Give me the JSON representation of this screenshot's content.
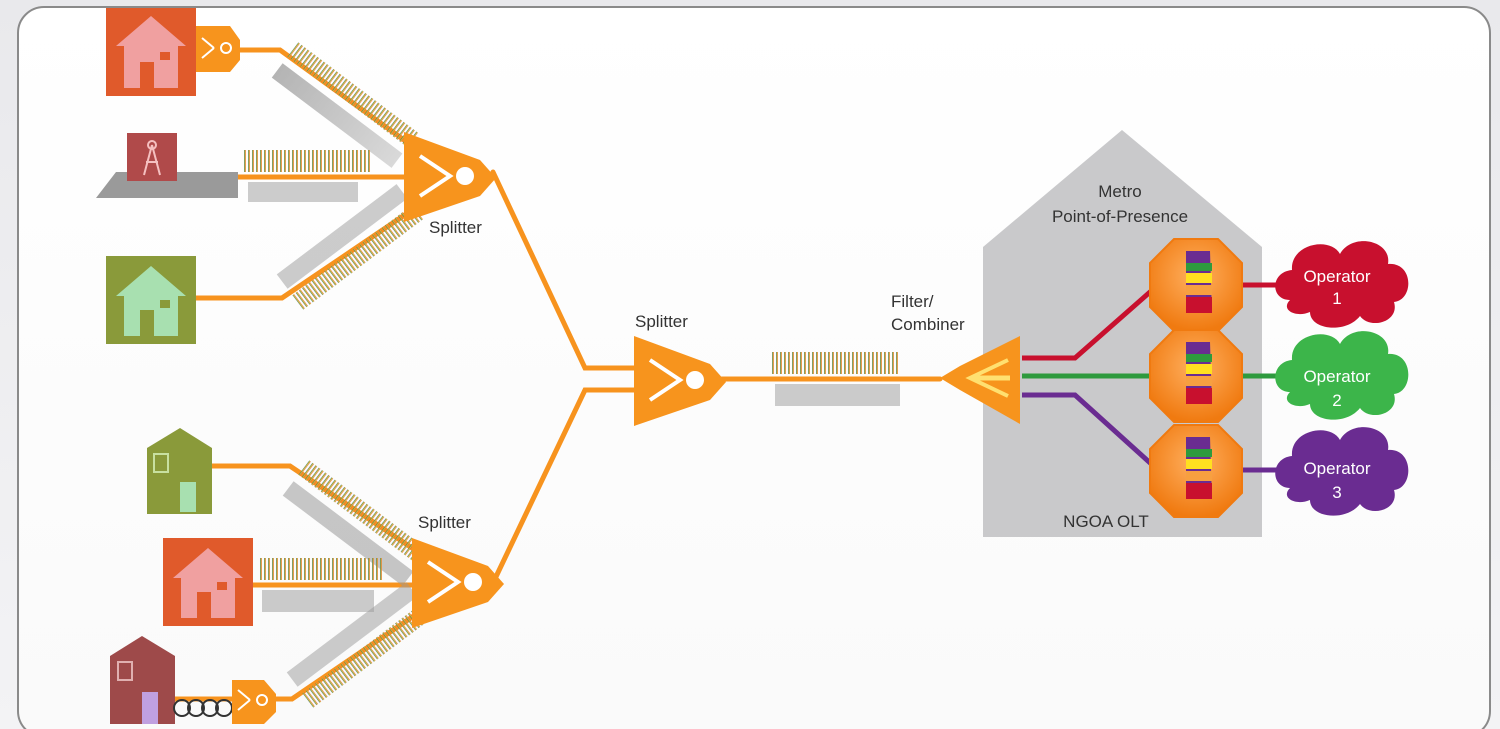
{
  "labels": {
    "splitter_top": "Splitter",
    "splitter_mid": "Splitter",
    "splitter_bottom": "Splitter",
    "filter_line1": "Filter/",
    "filter_line2": "Combiner",
    "pop_line1": "Metro",
    "pop_line2": "Point-of-Presence",
    "olt": "NGOA OLT"
  },
  "operators": [
    {
      "line1": "Operator",
      "line2": "1",
      "color": "#c8102e"
    },
    {
      "line1": "Operator",
      "line2": "2",
      "color": "#3cb54a"
    },
    {
      "line1": "Operator",
      "line2": "3",
      "color": "#6a2c91"
    }
  ],
  "colors": {
    "fiber": "#f7931e",
    "device": "#f7941d",
    "pop_building": "#c9c9cb",
    "frame_border": "#8a8a8a",
    "house_red": "#e05a2b",
    "house_green": "#8a9a3a",
    "house_maroon": "#9e4a4a"
  },
  "icons": {
    "house": "house-icon",
    "cell_tower": "cell-tower-icon",
    "modem": "modem-icon",
    "splitter": "splitter-icon",
    "filter": "filter-combiner-icon",
    "olt_unit": "olt-unit-icon",
    "cloud": "cloud-icon",
    "coil": "coax-coil-icon"
  }
}
